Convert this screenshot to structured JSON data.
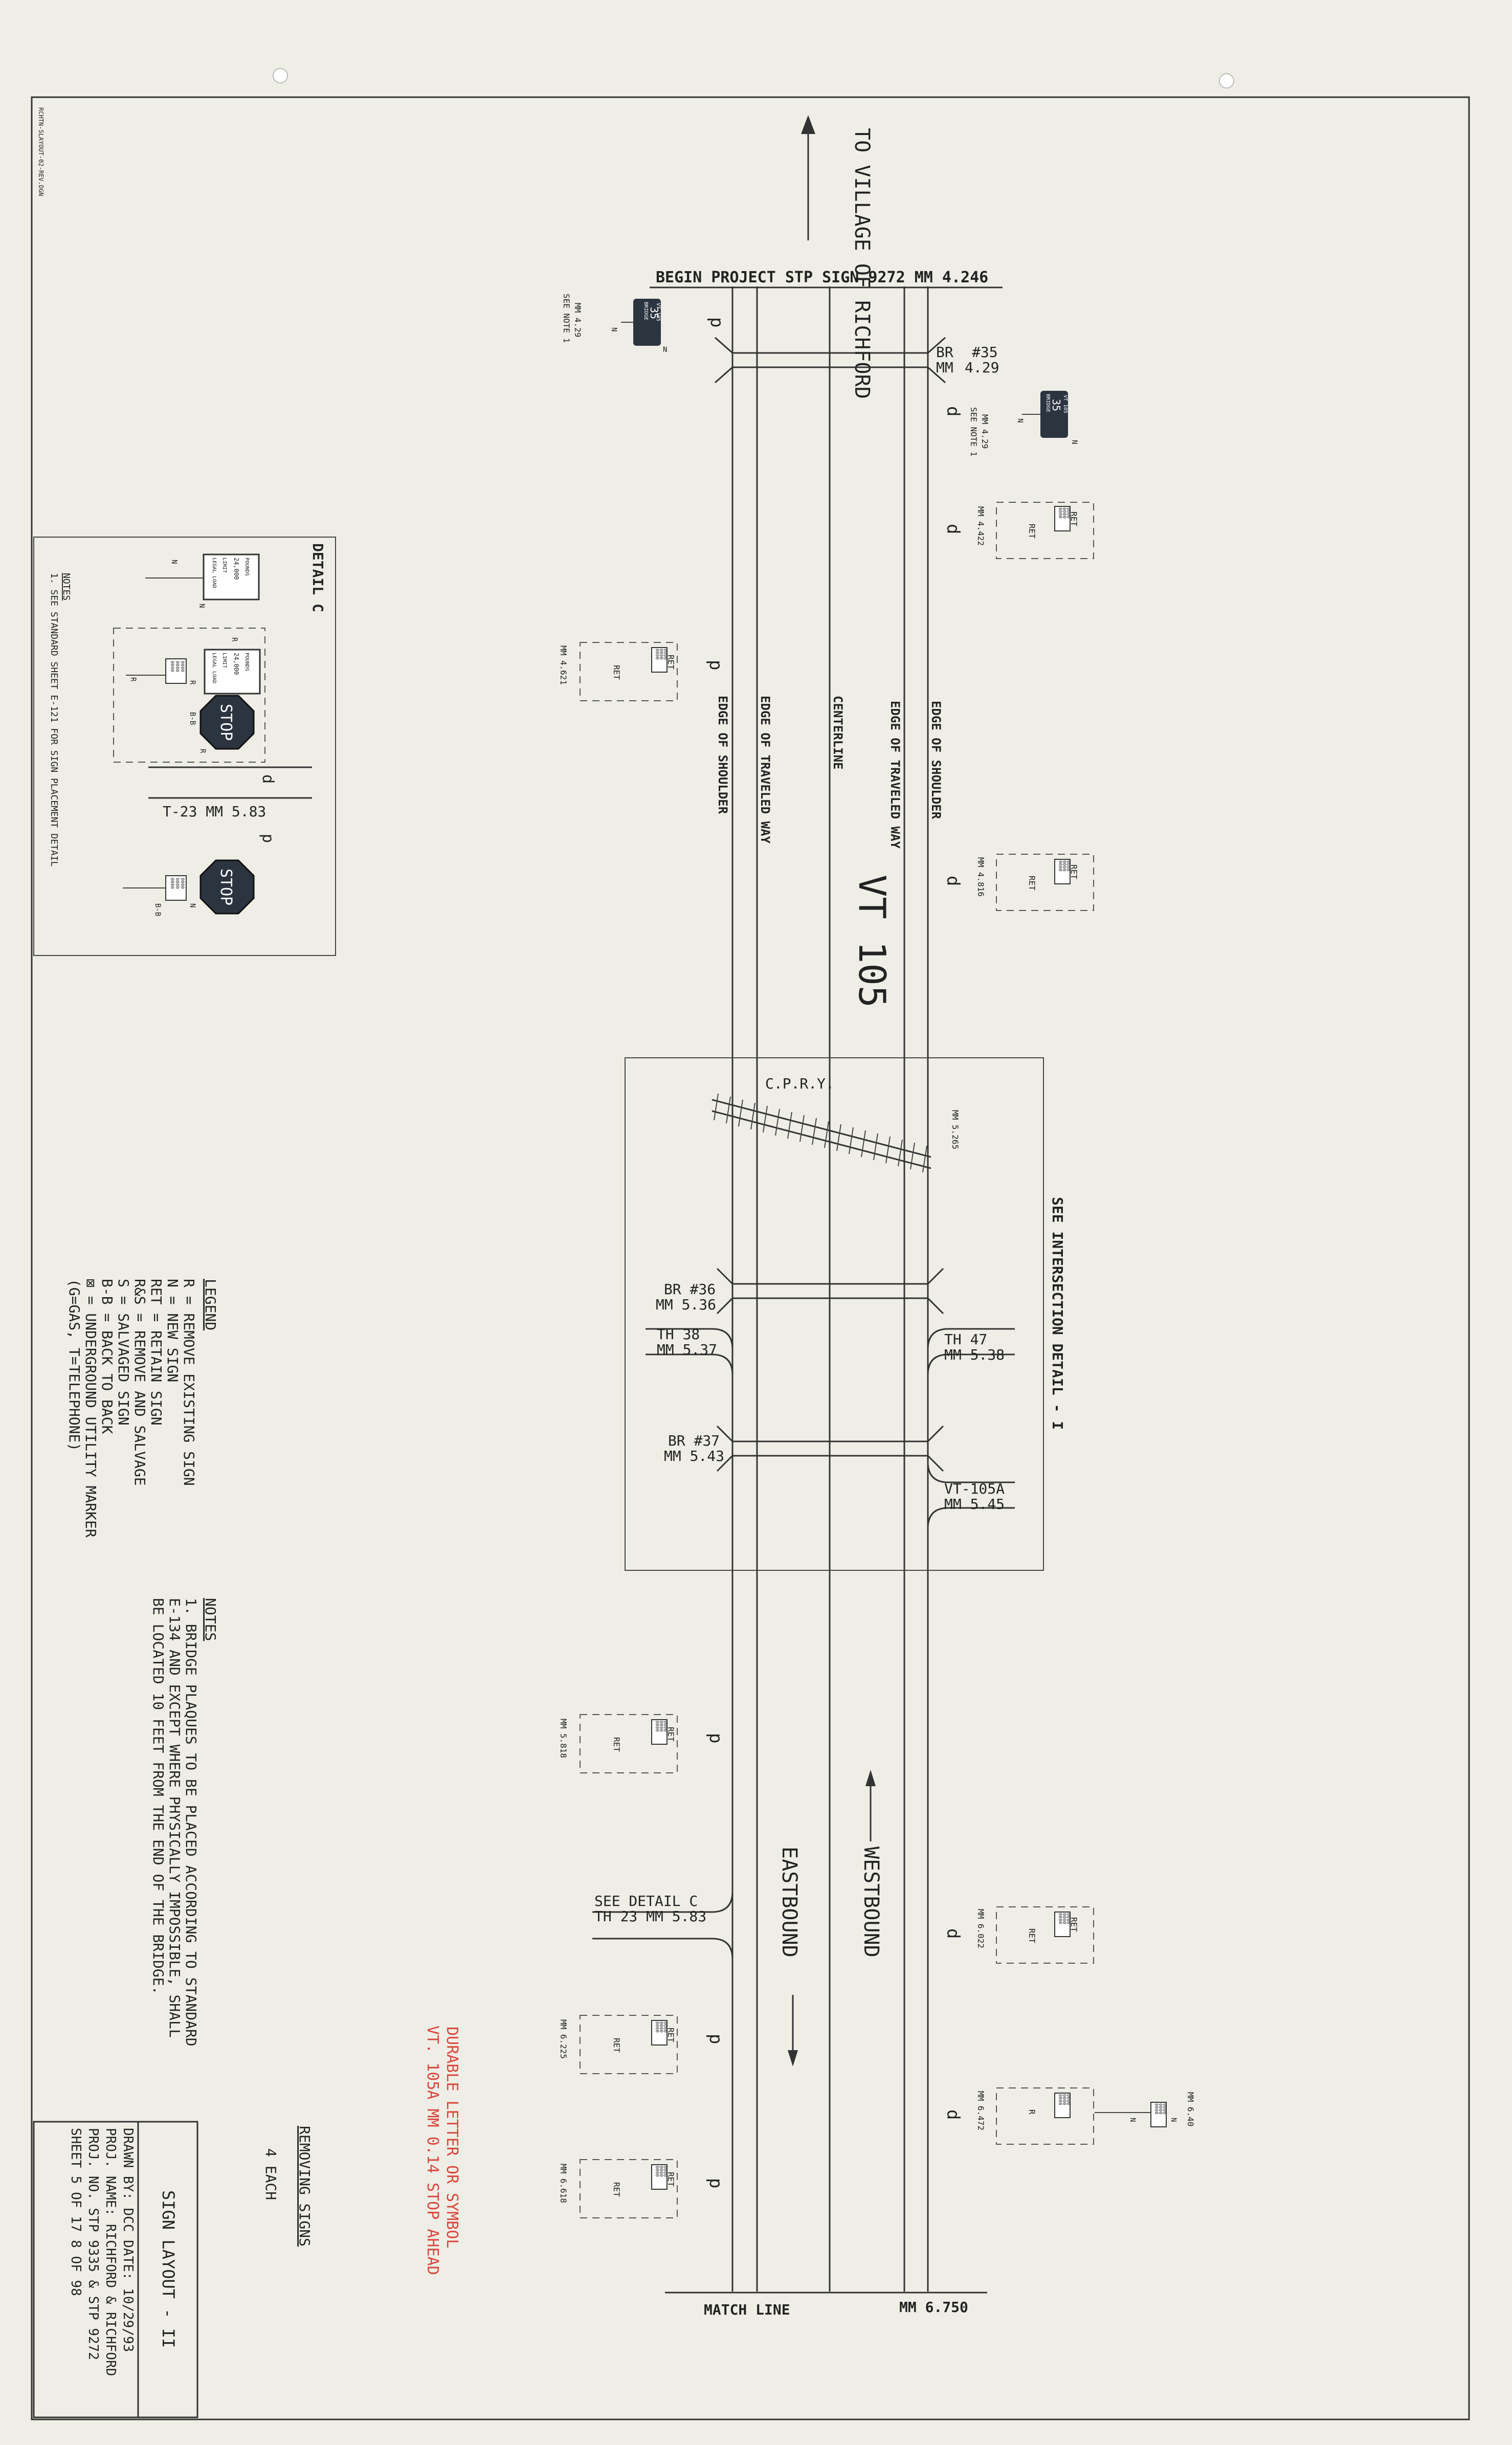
{
  "header": {
    "direction": "TO VILLAGE OF RICHFORD",
    "begin_project": "BEGIN PROJECT STP SIGN 9272  MM 4.246",
    "match_line": "MATCH LINE",
    "end_mm": "MM 6.750"
  },
  "road": {
    "route": "VT 105",
    "edge_shoulder_left": "EDGE OF SHOULDER",
    "edge_traveled_left": "EDGE OF TRAVELED WAY",
    "centerline": "CENTERLINE",
    "edge_traveled_right": "EDGE OF TRAVELED WAY",
    "edge_shoulder_right": "EDGE OF SHOULDER",
    "westbound": "WESTBOUND",
    "eastbound": "EASTBOUND",
    "railroad": "C.P.R.Y."
  },
  "intersection": {
    "label": "SEE INTERSECTION DETAIL - I",
    "rr_mm": "MM 5.265",
    "br36": [
      "BR  #36",
      "MM 5.36"
    ],
    "th38": [
      "TH 38",
      "MM 5.37"
    ],
    "th47": [
      "TH 47",
      "MM 5.38"
    ],
    "br37": [
      "BR  #37",
      "MM 5.43"
    ],
    "vt105a": [
      "VT-105A",
      "MM 5.45"
    ]
  },
  "bridge35": [
    "BR",
    "#35",
    "MM",
    "4.29"
  ],
  "detail_c_ref": [
    "SEE DETAIL C",
    "TH 23  MM 5.83"
  ],
  "sign_text": {
    "bridge_plaque": [
      "BRIDGE",
      "35",
      "VT 105"
    ],
    "mm_sign": [
      "0000",
      "0000",
      "0000"
    ],
    "weight_limit": [
      "LEGAL LOAD",
      "LIMIT",
      "24,000",
      "POUNDS"
    ],
    "stop": "STOP"
  },
  "codes": {
    "ret": "RET",
    "r": "R",
    "n": "N",
    "bb": "B-B",
    "p": "p",
    "d": "d"
  },
  "mm_labels": {
    "mm429": "MM 4.29",
    "see_note_1": "SEE NOTE 1",
    "mm4422": "MM 4.422",
    "mm4621": "MM 4.621",
    "mm4816": "MM 4.816",
    "mm5818": "MM 5.818",
    "mm6022": "MM 6.022",
    "mm6225": "MM 6.225",
    "mm6472": "MM 6.472",
    "mm640": "MM 6.40",
    "mm6618": "MM 6.618"
  },
  "detail_c": {
    "title": "DETAIL C",
    "t23": "T-23   MM 5.83",
    "notes_title": "NOTES",
    "note": "1. SEE STANDARD SHEET E-121 FOR SIGN PLACEMENT DETAIL"
  },
  "legend": {
    "title": "LEGEND",
    "items": [
      "R   = REMOVE EXISTING SIGN",
      "N   = NEW SIGN",
      "RET = RETAIN SIGN",
      "R&S = REMOVE AND SALVAGE",
      "S   = SALVAGED SIGN",
      "B-B = BACK TO BACK",
      "⊠   = UNDERGROUND UTILITY MARKER",
      "      (G=GAS, T=TELEPHONE)"
    ]
  },
  "notes": {
    "title": "NOTES",
    "lines": [
      "1. BRIDGE PLAQUES TO BE PLACED ACCORDING TO STANDARD",
      "   E-134 AND EXCEPT WHERE PHYSICALLY IMPOSSIBLE, SHALL",
      "   BE LOCATED 10 FEET FROM THE END OF THE BRIDGE."
    ]
  },
  "removing": [
    "REMOVING SIGNS",
    "4 EACH"
  ],
  "handwritten": [
    "DURABLE LETTER OR SYMBOL",
    "VT. 105A  MM 0.14   STOP AHEAD"
  ],
  "title_block": {
    "title": "SIGN LAYOUT - II",
    "drawn_by": "DRAWN BY:  DCC    DATE: 10/29/93",
    "proj_name": "PROJ. NAME: RICHFORD & RICHFORD",
    "proj_no": "PROJ. NO. STP 9335 & STP 9272",
    "sheet": "SHEET   5  OF  17           8 OF 98"
  },
  "filename": "RCHTN-SLAYOUT-02-REV.DGN",
  "colors": {
    "paper": "#efeee6",
    "ink": "#222222",
    "red_ink": "#d9463d"
  }
}
